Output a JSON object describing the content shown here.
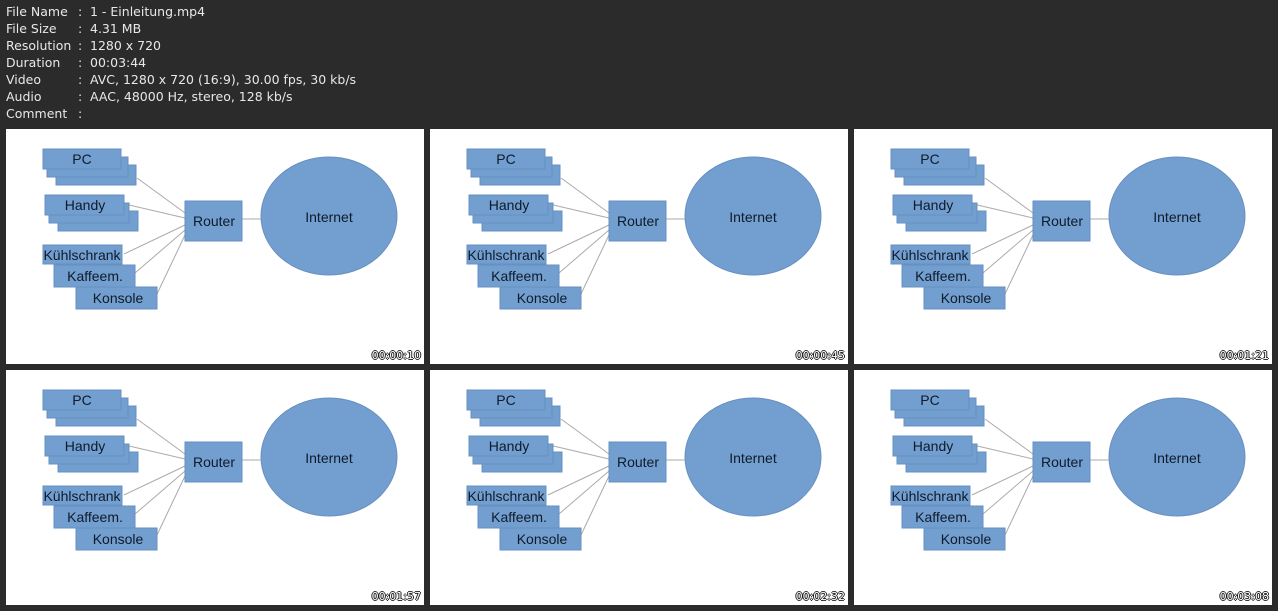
{
  "info": [
    {
      "key": "File Name",
      "value": "1 - Einleitung.mp4"
    },
    {
      "key": "File Size",
      "value": "4.31 MB"
    },
    {
      "key": "Resolution",
      "value": "1280 x 720"
    },
    {
      "key": "Duration",
      "value": "00:03:44"
    },
    {
      "key": "Video",
      "value": "AVC, 1280 x 720 (16:9), 30.00 fps, 30 kb/s"
    },
    {
      "key": "Audio",
      "value": "AAC, 48000 Hz, stereo, 128 kb/s"
    },
    {
      "key": "Comment",
      "value": ""
    }
  ],
  "separator": ":",
  "diagram": {
    "pc": "PC",
    "handy": "Handy",
    "fridge": "Kühlschrank",
    "coffee": "Kaffeem.",
    "console": "Konsole",
    "router": "Router",
    "internet": "Internet"
  },
  "colors": {
    "box": "#729fcf",
    "box_border": "#6790c0",
    "line": "#aaaaaa"
  },
  "thumbnails": [
    {
      "timestamp": "00:00:10"
    },
    {
      "timestamp": "00:00:45"
    },
    {
      "timestamp": "00:01:21"
    },
    {
      "timestamp": "00:01:57"
    },
    {
      "timestamp": "00:02:32"
    },
    {
      "timestamp": "00:03:08"
    }
  ]
}
